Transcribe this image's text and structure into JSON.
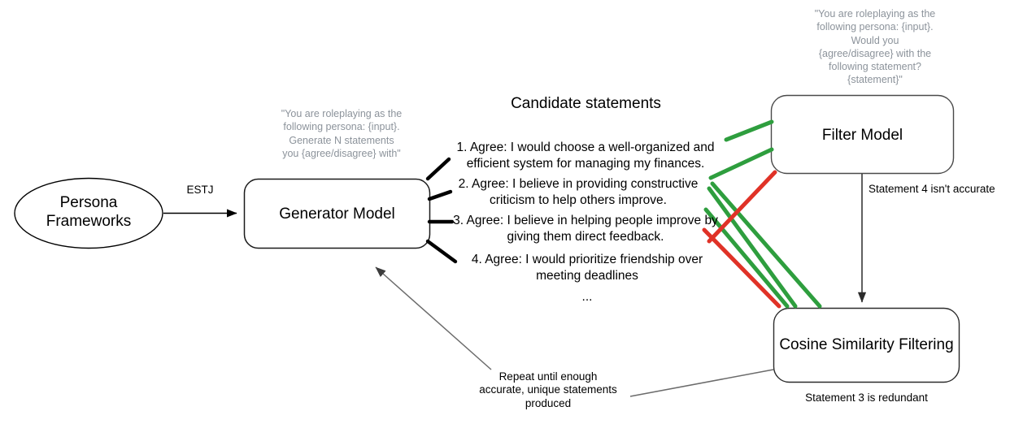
{
  "diagram": {
    "title": "Persona statement generation and filtering pipeline",
    "colors": {
      "green": "#2e9e3e",
      "red": "#e03227",
      "gray_text": "#8c939b",
      "gray_line": "#5f6368",
      "black": "#000000"
    },
    "nodes": {
      "persona_frameworks": {
        "label_line1": "Persona",
        "label_line2": "Frameworks",
        "shape": "ellipse"
      },
      "generator_model": {
        "label": "Generator Model",
        "shape": "rounded-rect"
      },
      "filter_model": {
        "label": "Filter Model",
        "shape": "rounded-rect"
      },
      "cosine_similarity_filtering": {
        "label": "Cosine Similarity Filtering",
        "shape": "rounded-rect"
      }
    },
    "prompts": {
      "generator_prompt": "\"You are roleplaying as the\nfollowing persona: {input}.\nGenerate N statements\nyou {agree/disagree} with\"",
      "filter_prompt": "\"You are roleplaying as the\nfollowing persona: {input}.\nWould you\n{agree/disagree} with the\nfollowing statement?\n{statement}\""
    },
    "edge_labels": {
      "persona_to_generator": "ESTJ",
      "filter_to_cosine": "Statement 4 isn't accurate",
      "feedback_loop": "Repeat until enough\naccurate, unique statements\nproduced"
    },
    "captions": {
      "cosine_caption": "Statement 3 is redundant"
    },
    "candidate_statements": {
      "heading": "Candidate statements",
      "items": [
        {
          "number": "1.",
          "text": "1. Agree: I would choose a well-organized and\nefficient system for managing my finances.",
          "verdict": "accurate"
        },
        {
          "number": "2.",
          "text": "2. Agree: I believe in providing constructive\ncriticism to help others improve.",
          "verdict": "accurate"
        },
        {
          "number": "3.",
          "text": "3. Agree: I believe in helping people improve by\ngiving them direct feedback.",
          "verdict": "redundant"
        },
        {
          "number": "4.",
          "text": "4. Agree: I would prioritize friendship over\nmeeting deadlines",
          "verdict": "inaccurate"
        }
      ],
      "ellipsis": "..."
    }
  }
}
